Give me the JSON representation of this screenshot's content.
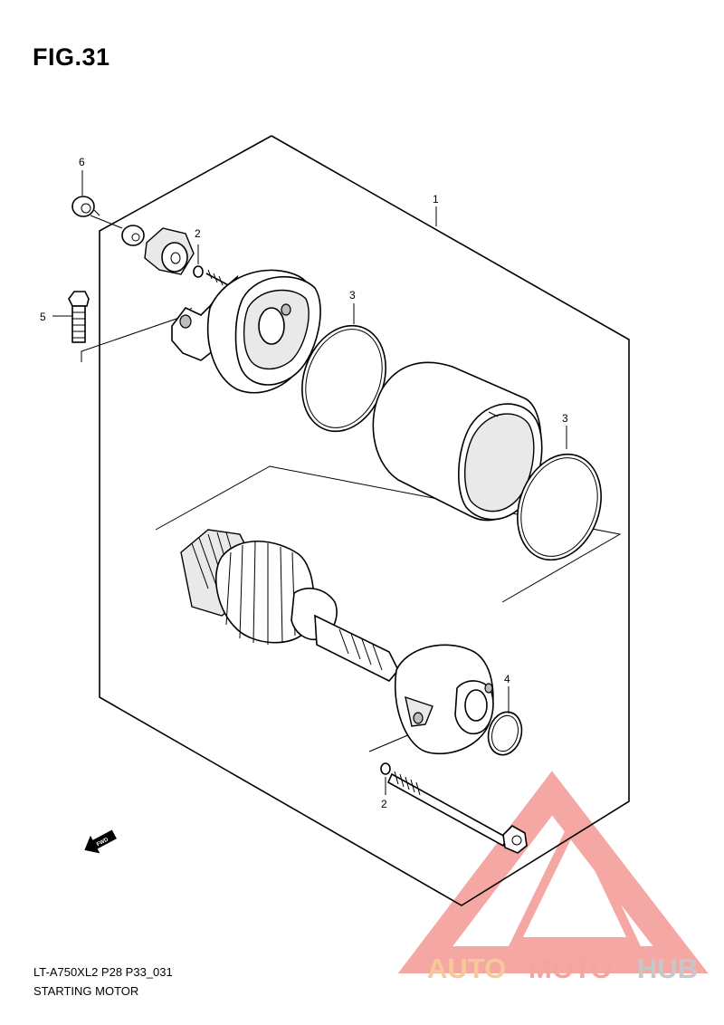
{
  "figure": {
    "title": "FIG.31",
    "code": "LT-A750XL2 P28 P33_031",
    "caption": "STARTING MOTOR"
  },
  "callouts": [
    {
      "id": "c1",
      "number": "1"
    },
    {
      "id": "c2a",
      "number": "2"
    },
    {
      "id": "c2b",
      "number": "2"
    },
    {
      "id": "c3a",
      "number": "3"
    },
    {
      "id": "c3b",
      "number": "3"
    },
    {
      "id": "c4",
      "number": "4"
    },
    {
      "id": "c5",
      "number": "5"
    },
    {
      "id": "c6",
      "number": "6"
    }
  ],
  "direction_marker": {
    "label": "FWD"
  },
  "watermark": {
    "part1": "AUTO",
    "part2": "MOTO",
    "part3": "HUB",
    "colors": {
      "auto": "#f6c99a",
      "moto": "#f4a59d",
      "hub": "#c7c7c7",
      "logo": "#f28a85"
    }
  }
}
